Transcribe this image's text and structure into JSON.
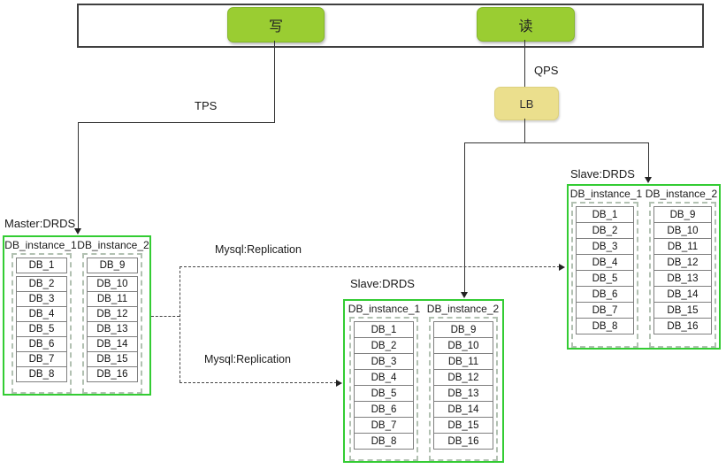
{
  "top_bar": {
    "write_label": "写",
    "read_label": "读"
  },
  "flow": {
    "tps": "TPS",
    "qps": "QPS",
    "lb": "LB",
    "replication_top": "Mysql:Replication",
    "replication_bottom": "Mysql:Replication"
  },
  "groups": {
    "master": {
      "title": "Master:DRDS",
      "instances": [
        {
          "name": "DB_instance_1",
          "dbs": [
            "DB_1",
            "DB_2",
            "DB_3",
            "DB_4",
            "DB_5",
            "DB_6",
            "DB_7",
            "DB_8"
          ]
        },
        {
          "name": "DB_instance_2",
          "dbs": [
            "DB_9",
            "DB_10",
            "DB_11",
            "DB_12",
            "DB_13",
            "DB_14",
            "DB_15",
            "DB_16"
          ]
        }
      ]
    },
    "slave_center": {
      "title": "Slave:DRDS",
      "instances": [
        {
          "name": "DB_instance_1",
          "dbs": [
            "DB_1",
            "DB_2",
            "DB_3",
            "DB_4",
            "DB_5",
            "DB_6",
            "DB_7",
            "DB_8"
          ]
        },
        {
          "name": "DB_instance_2",
          "dbs": [
            "DB_9",
            "DB_10",
            "DB_11",
            "DB_12",
            "DB_13",
            "DB_14",
            "DB_15",
            "DB_16"
          ]
        }
      ]
    },
    "slave_right": {
      "title": "Slave:DRDS",
      "instances": [
        {
          "name": "DB_instance_1",
          "dbs": [
            "DB_1",
            "DB_2",
            "DB_3",
            "DB_4",
            "DB_5",
            "DB_6",
            "DB_7",
            "DB_8"
          ]
        },
        {
          "name": "DB_instance_2",
          "dbs": [
            "DB_9",
            "DB_10",
            "DB_11",
            "DB_12",
            "DB_13",
            "DB_14",
            "DB_15",
            "DB_16"
          ]
        }
      ]
    }
  },
  "colors": {
    "accent_green": "#9ACD32",
    "lb_yellow": "#EBDF8D",
    "drds_border_green": "#33CC33"
  }
}
